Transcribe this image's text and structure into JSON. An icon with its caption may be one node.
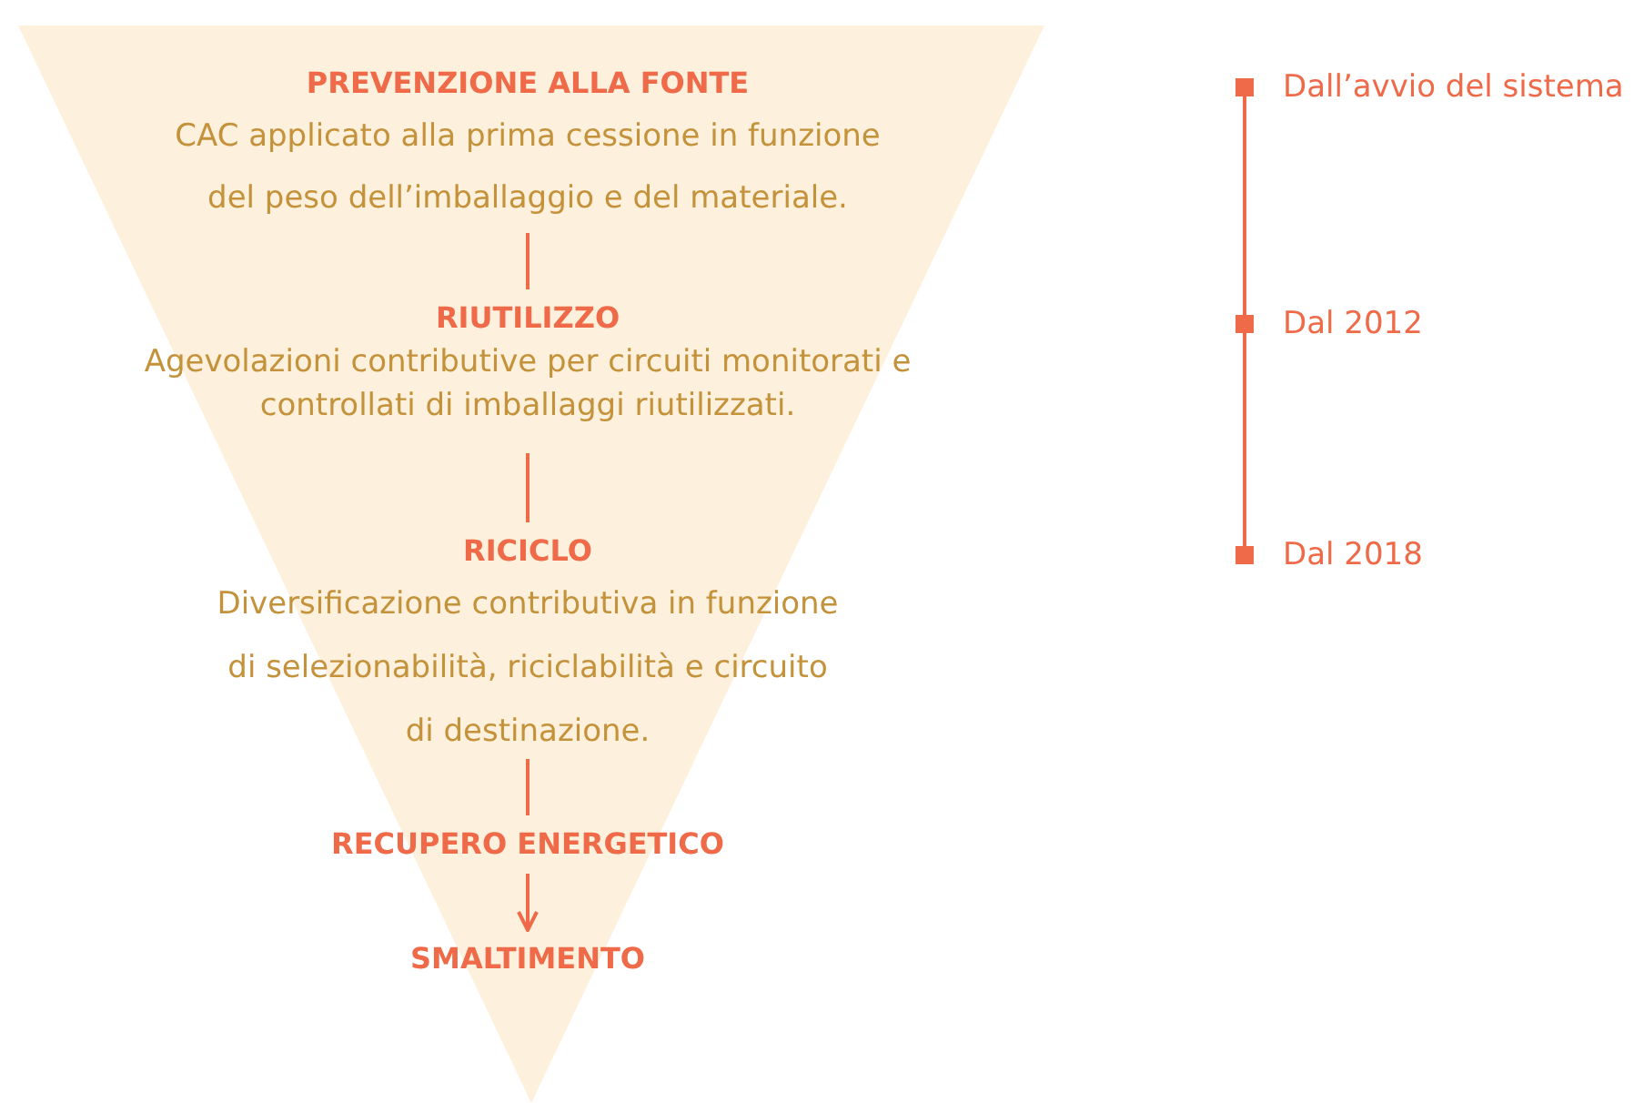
{
  "diagram": {
    "nodes": [
      {
        "text": [],
        "shape": "triangle"
      },
      {
        "text": [
          "PREVENZIONE ALLA FONTE",
          "CAC applicato alla prima cessione in funzione del peso dell’imballaggio e del materiale."
        ],
        "in": 0
      },
      {
        "text": [
          "RIUTILIZZO",
          "Agevolazioni contributive per circuiti monitorati e controllati di imballaggi riutilizzati."
        ],
        "in": 0
      },
      {
        "text": [
          "RICICLO",
          "Diversificazione contributiva in funzione di selezionabilità, riciclabilità e circuito di destinazione."
        ],
        "in": 0
      },
      {
        "text": [
          "RECUPERO ENERGETICO"
        ],
        "in": 0
      },
      {
        "text": [
          "SMALTIMENTO"
        ],
        "in": 0
      },
      {
        "text": [],
        "shape": "box",
        "beside": [
          "Dall’avvio del sistema"
        ]
      },
      {
        "text": [],
        "shape": "box",
        "beside": [
          "Dal 2012"
        ]
      },
      {
        "text": [],
        "shape": "box",
        "beside": [
          "Dal 2018"
        ]
      }
    ],
    "edges": [
      {
        "from": 1,
        "to": 2,
        "arrow": "none"
      },
      {
        "from": 2,
        "to": 3,
        "arrow": "none"
      },
      {
        "from": 3,
        "to": 4,
        "arrow": "none"
      },
      {
        "from": 4,
        "to": 5,
        "arrow": "to"
      },
      {
        "from": 6,
        "to": 7,
        "arrow": "none"
      },
      {
        "from": 7,
        "to": 8,
        "arrow": "none"
      }
    ]
  }
}
